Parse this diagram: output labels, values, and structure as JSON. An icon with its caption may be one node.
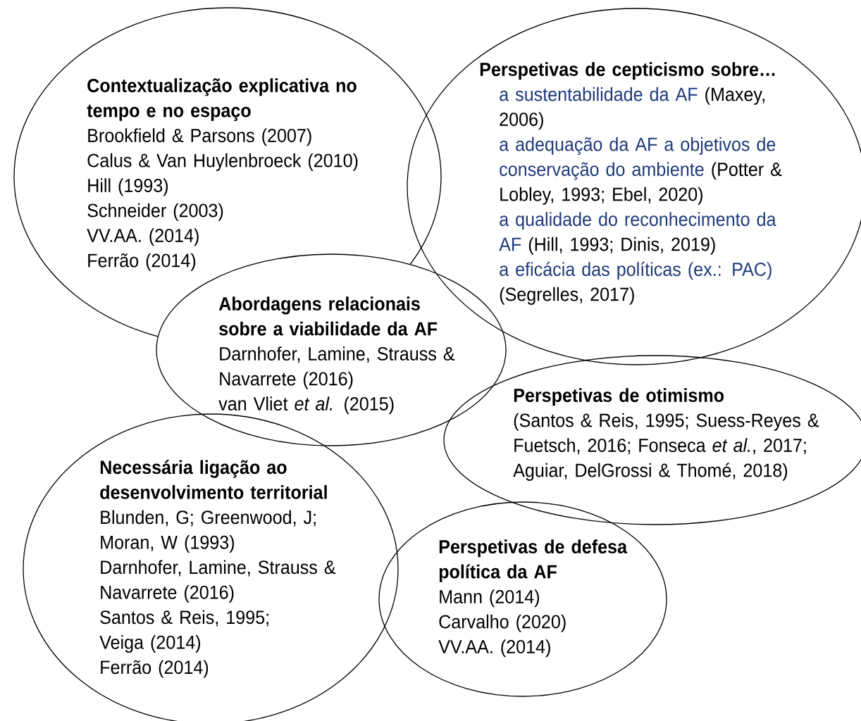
{
  "diagram": {
    "nodes": [
      {
        "text": [
          "Contextualização explicativa no tempo e no espaço",
          "Brookfield & Parsons (2007)",
          "Calus & Van Huylenbroeck (2010)",
          "Hill (1993)",
          "Schneider (2003)",
          "VV.AA. (2014)",
          "Ferrão (2014)"
        ]
      },
      {
        "text": [
          "Perspetivas de cepticismo sobre…",
          "a sustentabilidade da AF",
          "(Maxey, 2006)",
          "a adequação da AF a objetivos de conservação do ambiente",
          "(Potter & Lobley, 1993; Ebel, 2020)",
          "a qualidade do reconhecimento da AF",
          "(Hill, 1993; Dinis, 2019)",
          "a eficácia das políticas (ex.: PAC)",
          "(Segrelles, 2017)"
        ]
      },
      {
        "text": [
          "Abordagens relacionais sobre a viabilidade da AF",
          "Darnhofer, Lamine, Strauss & Navarrete (2016)",
          "van Vliet *et al.* (2015)"
        ]
      },
      {
        "text": [
          "Perspetivas de otimismo",
          "(Santos & Reis, 1995; Suess-Reyes & Fuetsch, 2016; Fonseca *et al.*, 2017; Aguiar, DelGrossi & Thomé, 2018)"
        ]
      },
      {
        "text": [
          "Necessária ligação ao desenvolvimento territorial",
          "Blunden, G; Greenwood, J; Moran, W (1993)",
          "Darnhofer, Lamine, Strauss & Navarrete (2016)",
          "Santos & Reis, 1995;",
          "Veiga (2014)",
          "Ferrão (2014)"
        ]
      },
      {
        "text": [
          "Perspetivas de defesa política da AF",
          "Mann (2014)",
          "Carvalho (2020)",
          "VV.AA. (2014)"
        ]
      }
    ]
  }
}
